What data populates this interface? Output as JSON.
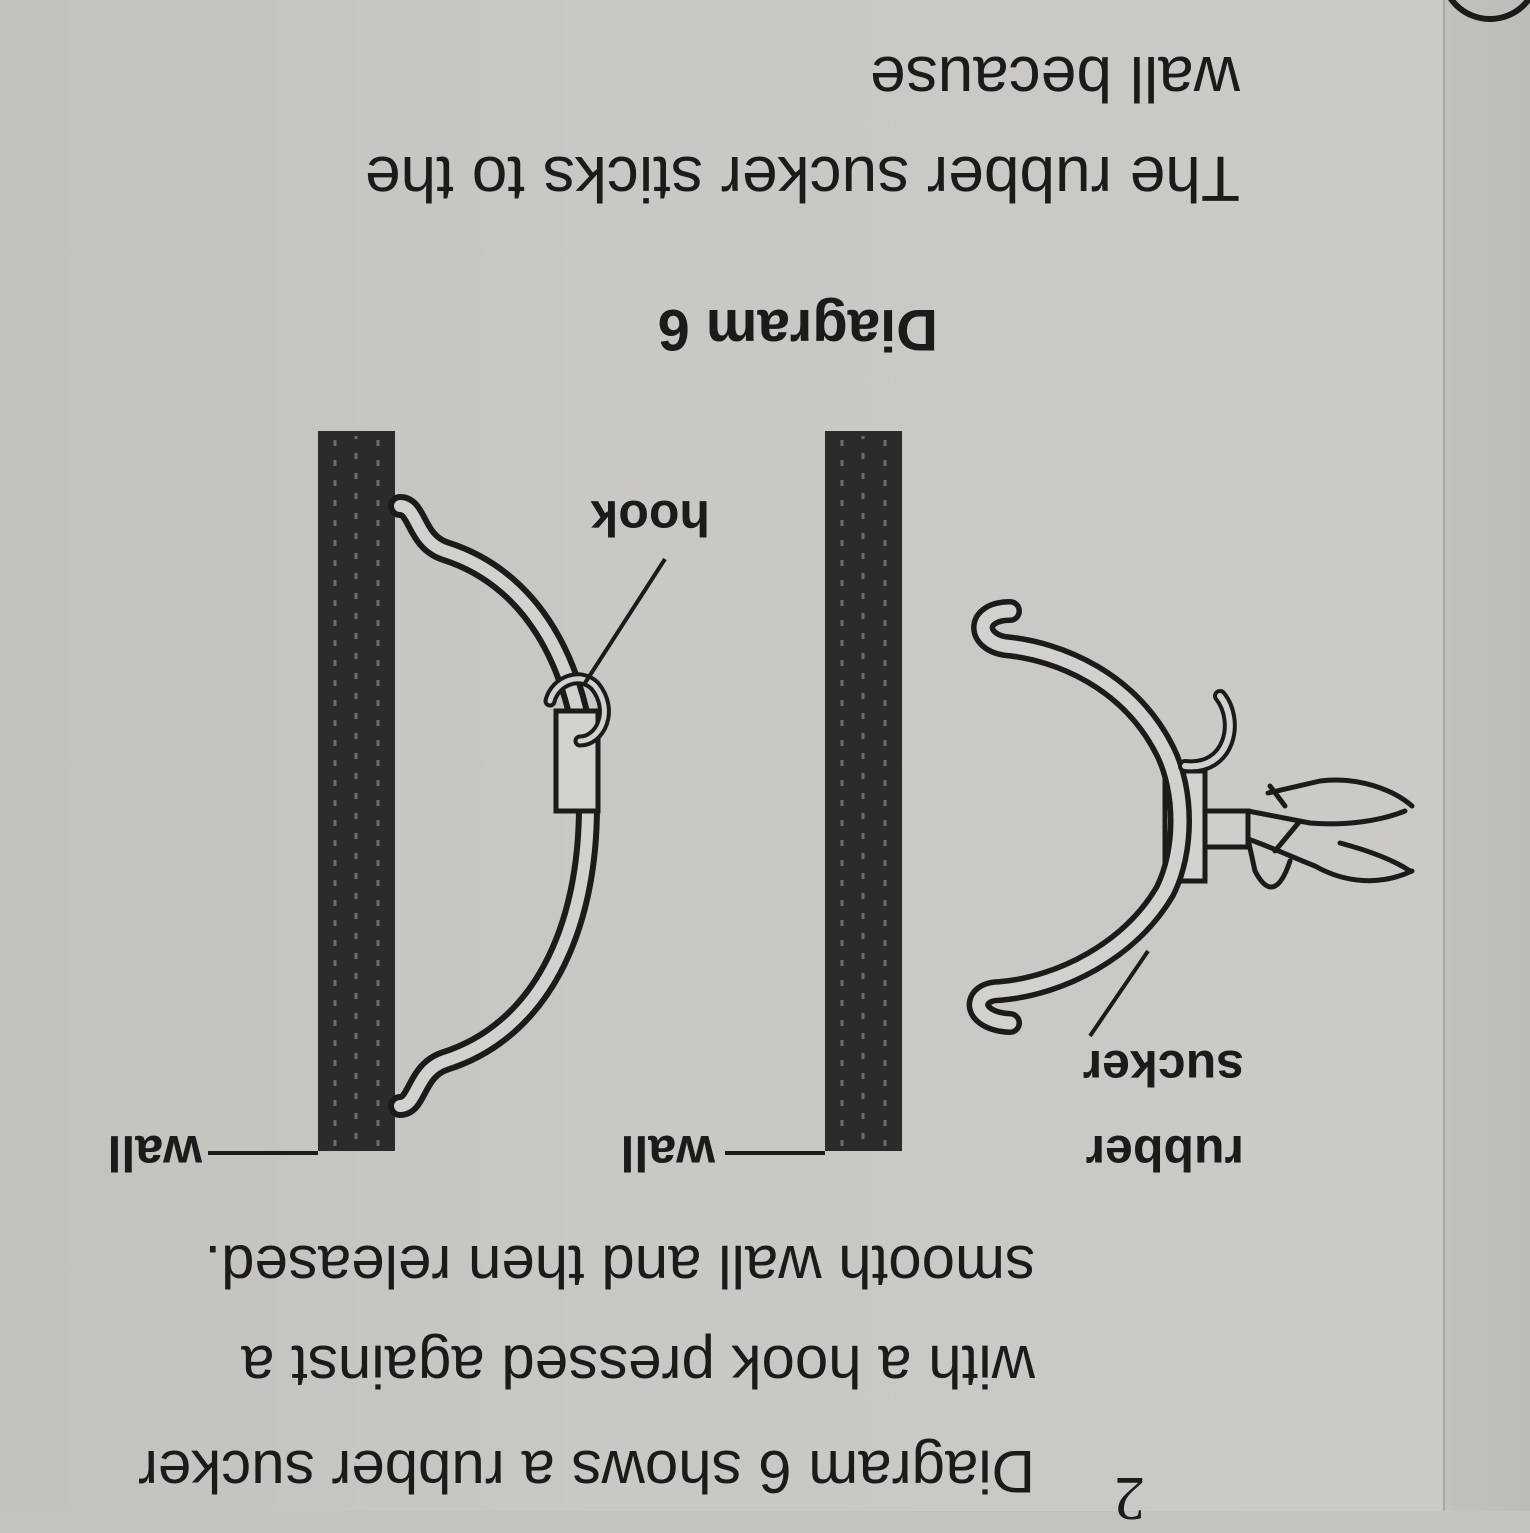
{
  "question": {
    "number": "2",
    "lines": [
      "Diagram 6 shows a rubber sucker",
      "with a hook pressed against a",
      "smooth wall and then released."
    ]
  },
  "diagram": {
    "labels": {
      "rubber": "rubber",
      "sucker": "sucker",
      "wall_left": "wall",
      "wall_right": "wall",
      "hook": "hook"
    },
    "caption": "Diagram 6"
  },
  "prompt": {
    "lines": [
      "The rubber sucker sticks to the",
      "wall because"
    ]
  },
  "colors": {
    "paper": "#c9c8c4",
    "ink": "#1b1b1b"
  }
}
